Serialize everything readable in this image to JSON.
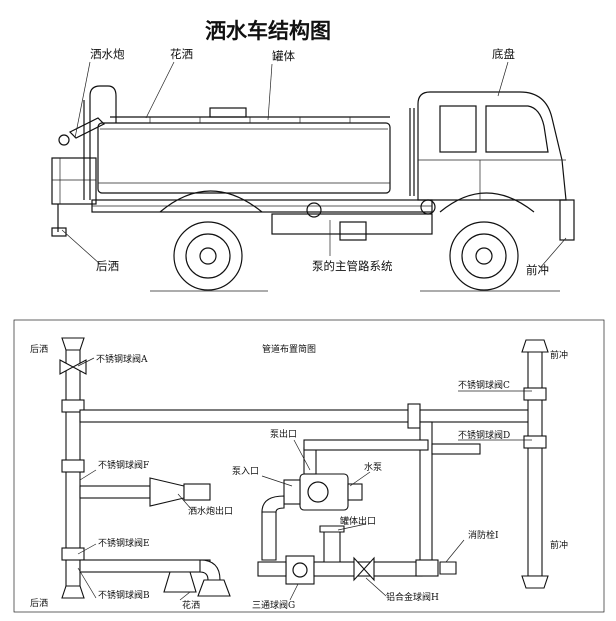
{
  "truck": {
    "title": "洒水车结构图",
    "labels": {
      "water_cannon": "洒水炮",
      "sprinkler": "花洒",
      "tank": "罐体",
      "chassis": "底盘",
      "rear_spray": "后洒",
      "pump_pipe": "泵的主管路系统",
      "front_flush": "前冲"
    }
  },
  "piping": {
    "title": "管道布置简图",
    "labels": {
      "rear_spray_top": "后洒",
      "valve_a": "不锈钢球阀A",
      "front_flush_top": "前冲",
      "valve_c": "不锈钢球阀C",
      "valve_d": "不锈钢球阀D",
      "pump_outlet": "泵出口",
      "pump_inlet": "泵入口",
      "water_pump": "水泵",
      "valve_f": "不锈钢球阀F",
      "cannon_outlet": "洒水炮出口",
      "tank_outlet": "罐体出口",
      "hydrant": "消防栓I",
      "valve_e": "不锈钢球阀E",
      "front_flush_bottom": "前冲",
      "valve_b": "不锈钢球阀B",
      "rear_spray_bottom": "后洒",
      "sprinkler_bottom": "花洒",
      "three_way_valve": "三通球阀G",
      "alloy_valve": "铝合金球阀H"
    }
  }
}
